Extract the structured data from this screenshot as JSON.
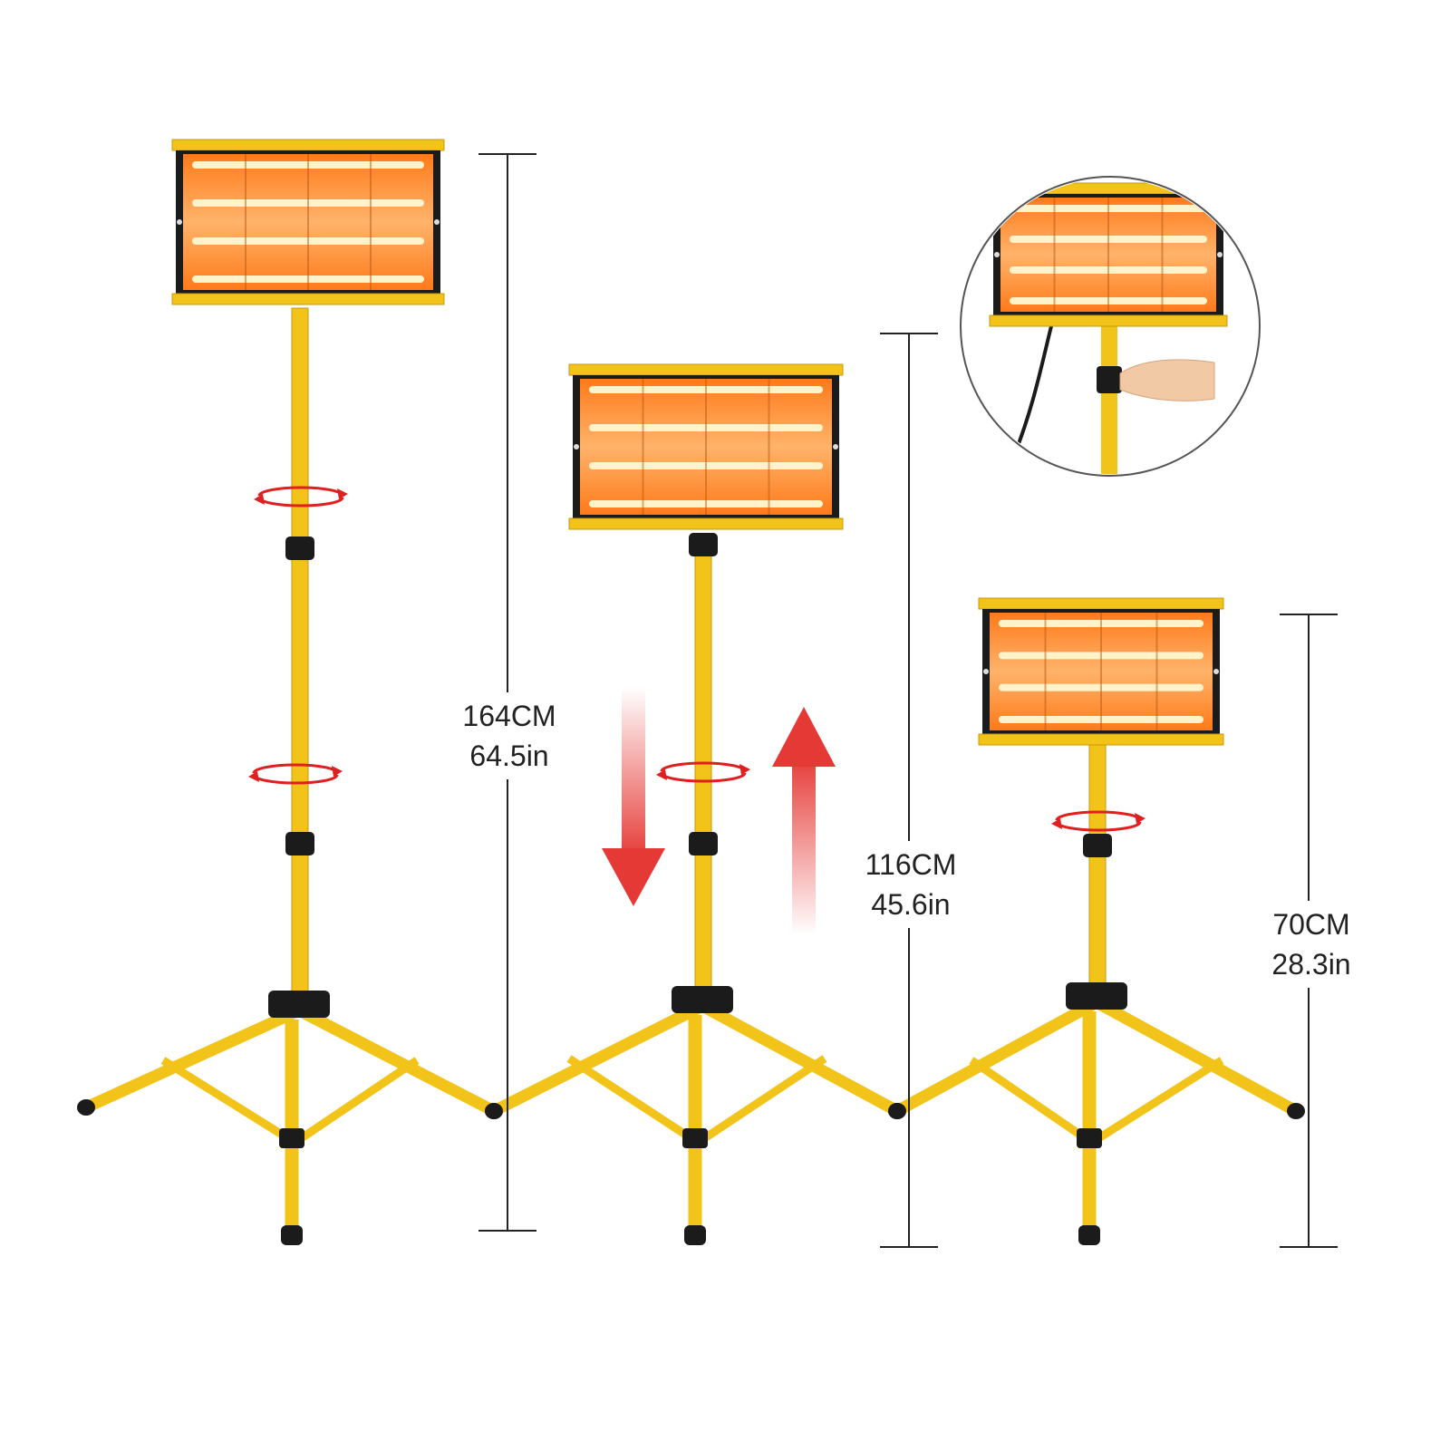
{
  "colors": {
    "frame_yellow": "#f2c318",
    "frame_yellow_dark": "#c99a0a",
    "black_part": "#1b1b1b",
    "glow_orange": "#ff8a2a",
    "glow_hot": "#fff3c9",
    "reflector_dark": "#b85a10",
    "arrow_red": "#e53935",
    "rotate_red": "#e02020",
    "dimension_line": "#222222",
    "label_text": "#222222"
  },
  "dimensions": {
    "max": {
      "cm": "164CM",
      "in": "64.5in"
    },
    "mid": {
      "cm": "116CM",
      "in": "45.6in"
    },
    "min": {
      "cm": "70CM",
      "in": "28.3in"
    }
  },
  "icons": [
    "rotate-arrow-icon",
    "down-arrow-icon",
    "up-arrow-icon",
    "height-lock-detail-icon"
  ]
}
